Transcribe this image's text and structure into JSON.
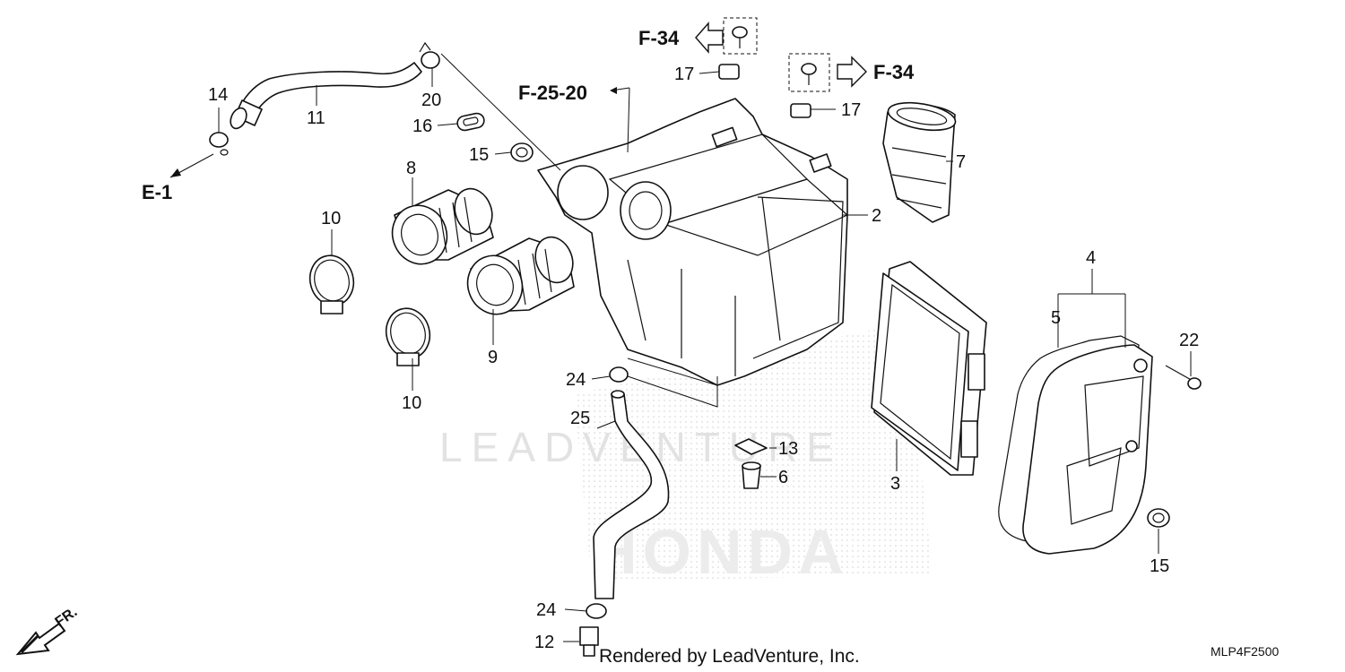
{
  "diagram": {
    "callouts": {
      "n14": "14",
      "n11": "11",
      "n20": "20",
      "n16": "16",
      "n15a": "15",
      "n8": "8",
      "n10a": "10",
      "n10b": "10",
      "n9": "9",
      "n17a": "17",
      "n17b": "17",
      "n7": "7",
      "n2": "2",
      "n4": "4",
      "n5": "5",
      "n22": "22",
      "n3": "3",
      "n24a": "24",
      "n25": "25",
      "n13": "13",
      "n6": "6",
      "n15b": "15",
      "n24b": "24",
      "n12": "12"
    },
    "references": {
      "e1": "E-1",
      "f25_20": "F-25-20",
      "f34_left": "F-34",
      "f34_right": "F-34"
    },
    "direction_label": "FR.",
    "watermark_text": "LEADVENTURE",
    "brand_watermark": "HONDA",
    "credit": "Rendered by LeadVenture, Inc.",
    "diagram_code": "MLP4F2500"
  }
}
